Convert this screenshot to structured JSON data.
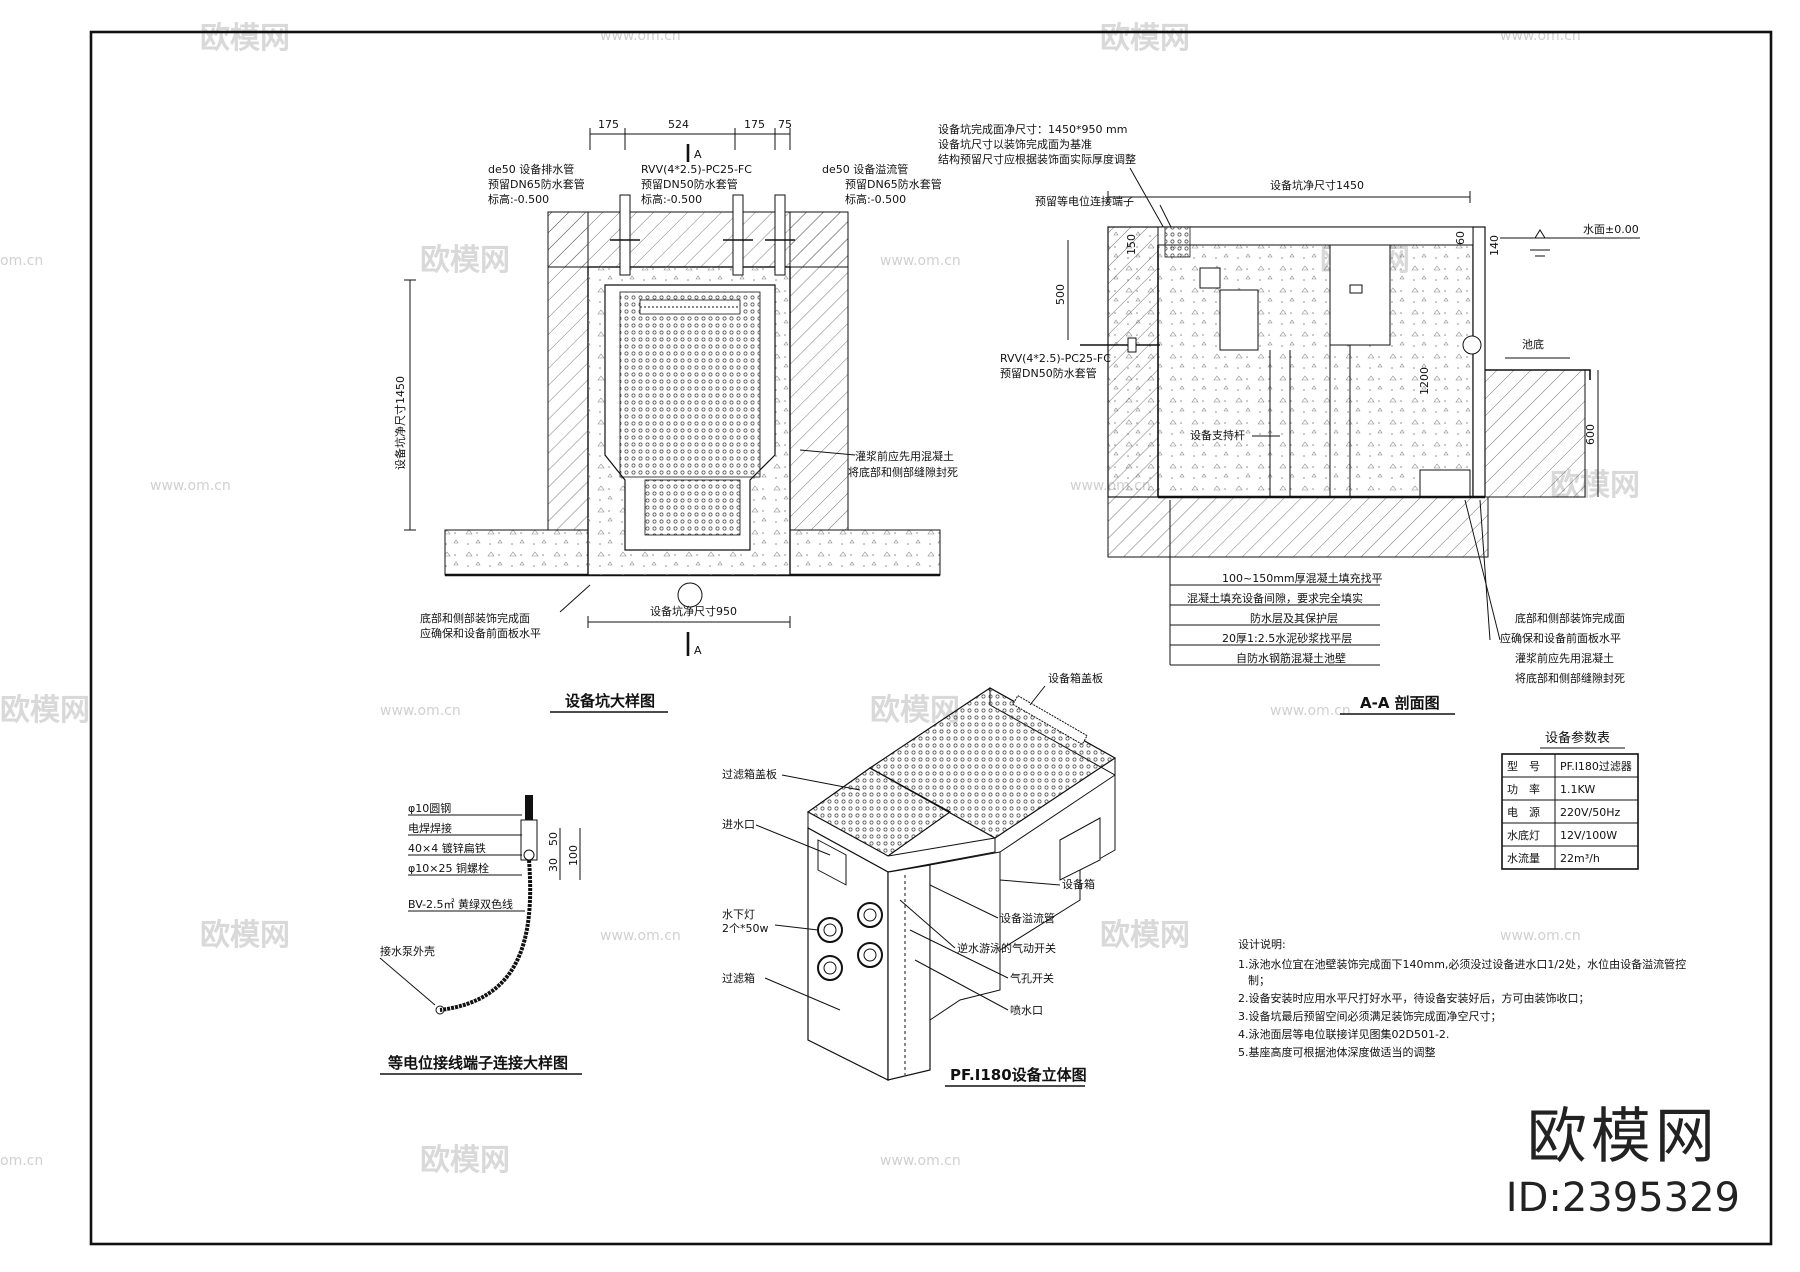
{
  "watermark": {
    "brand": "欧模网",
    "domain": "www.om.cn",
    "short": "om.cn"
  },
  "brand_block": {
    "name": "欧模网",
    "id": "ID:2395329"
  },
  "pit_plan": {
    "title": "设备坑大样图",
    "dims_top": [
      "175",
      "524",
      "175",
      "75"
    ],
    "section_mark": "A",
    "left_pipe_label": [
      "de50 设备排水管",
      "预留DN65防水套管",
      "标高:-0.500"
    ],
    "center_pipe_label": [
      "RVV(4*2.5)-PC25-FC",
      "预留DN50防水套管",
      "标高:-0.500"
    ],
    "right_pipe_label": [
      "de50 设备溢流管",
      "预留DN65防水套管",
      "标高:-0.500"
    ],
    "height_dim": "设备坑净尺寸1450",
    "width_dim": "设备坑净尺寸950",
    "grout_note": [
      "灌浆前应先用混凝土",
      "将底部和侧部缝隙封死"
    ],
    "bottom_note": [
      "底部和侧部装饰完成面",
      "应确保和设备前面板水平"
    ]
  },
  "section": {
    "title": "A-A 剖面图",
    "top_note": [
      "设备坑完成面净尺寸：1450*950 mm",
      "设备坑尺寸以装饰完成面为基准",
      "结构预留尺寸应根据装饰面实际厚度调整"
    ],
    "width_dim": "设备坑净尺寸1450",
    "bond_label": "预留等电位连接端子",
    "water_level": "水面±0.00",
    "pool_bottom": "池底",
    "dims": {
      "d150": "150",
      "d500": "500",
      "d60": "60",
      "d140": "140",
      "d1200": "1200",
      "d600": "600"
    },
    "cable_label": [
      "RVV(4*2.5)-PC25-FC",
      "预留DN50防水套管"
    ],
    "support_label": "设备支持杆",
    "layers": [
      "100~150mm厚混凝土填充找平",
      "混凝土填充设备间隙，要求完全填实",
      "防水层及其保护层",
      "20厚1:2.5水泥砂浆找平层",
      "自防水钢筋混凝土池壁"
    ],
    "right_notes": [
      "底部和侧部装饰完成面",
      "应确保和设备前面板水平",
      "灌浆前应先用混凝土",
      "将底部和侧部缝隙封死"
    ]
  },
  "params": {
    "title": "设备参数表",
    "rows": [
      [
        "型　号",
        "PF.I180过滤器"
      ],
      [
        "功　率",
        "1.1KW"
      ],
      [
        "电　源",
        "220V/50Hz"
      ],
      [
        "水底灯",
        "12V/100W"
      ],
      [
        "水流量",
        "22m³/h"
      ]
    ]
  },
  "bonding": {
    "title": "等电位接线端子连接大样图",
    "labels": [
      "φ10圆钢",
      "电焊焊接",
      "40×4 镀锌扁铁",
      "φ10×25 铜螺栓",
      "BV-2.5㎡ 黄绿双色线",
      "接水泵外壳"
    ],
    "dims": [
      "50",
      "30",
      "100"
    ]
  },
  "iso": {
    "title": "PF.I180设备立体图",
    "labels": {
      "cover": "设备箱盖板",
      "filter_cover": "过滤箱盖板",
      "inlet": "进水口",
      "light": [
        "水下灯",
        "2个*50w"
      ],
      "filter_box": "过滤箱",
      "equip_box": "设备箱",
      "overflow": "设备溢流管",
      "counter_switch": "逆水游泳的气动开关",
      "air_switch": "气孔开关",
      "jet": "喷水口"
    }
  },
  "notes": {
    "title": "设计说明:",
    "items": [
      "1.泳池水位宜在池壁装饰完成面下140mm,必须没过设备进水口1/2处，水位由设备溢流管控",
      "制；",
      "2.设备安装时应用水平尺打好水平，待设备安装好后，方可由装饰收口；",
      "3.设备坑最后预留空间必须满足装饰完成面净空尺寸；",
      "4.泳池面层等电位联接详见图集02D501-2.",
      "5.基座高度可根据池体深度做适当的调整"
    ]
  }
}
